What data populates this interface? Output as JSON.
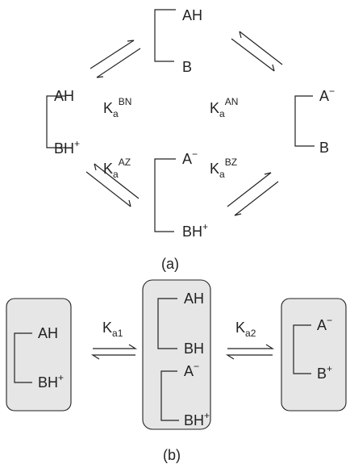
{
  "panel_a": {
    "top": {
      "upper": "AH",
      "lower": "B"
    },
    "left": {
      "upper": "AH",
      "lower": "BH",
      "lower_charge": "+"
    },
    "right": {
      "upper": "A",
      "upper_charge": "−",
      "lower": "B"
    },
    "bottom": {
      "upper": "A",
      "upper_charge": "−",
      "lower": "BH",
      "lower_charge": "+"
    },
    "constants": {
      "bn": {
        "base": "K",
        "sub": "a",
        "sup": "BN"
      },
      "an": {
        "base": "K",
        "sub": "a",
        "sup": "AN"
      },
      "az": {
        "base": "K",
        "sub": "a",
        "sup": "AZ"
      },
      "bz": {
        "base": "K",
        "sub": "a",
        "sup": "BZ"
      }
    },
    "caption": "(a)"
  },
  "panel_b": {
    "left_box": {
      "upper": "AH",
      "lower": "BH",
      "lower_charge": "+"
    },
    "center_box": {
      "first": {
        "upper": "AH",
        "lower": "BH"
      },
      "second": {
        "upper": "A",
        "upper_charge": "−",
        "lower": "BH",
        "lower_charge": "+"
      }
    },
    "right_box": {
      "upper": "A",
      "upper_charge": "−",
      "lower": "B",
      "lower_charge": "+"
    },
    "constants": {
      "k1": {
        "base": "K",
        "sub": "a1"
      },
      "k2": {
        "base": "K",
        "sub": "a2"
      }
    },
    "caption": "(b)"
  },
  "colors": {
    "ink": "#222222",
    "box_fill": "#e6e6e6"
  }
}
